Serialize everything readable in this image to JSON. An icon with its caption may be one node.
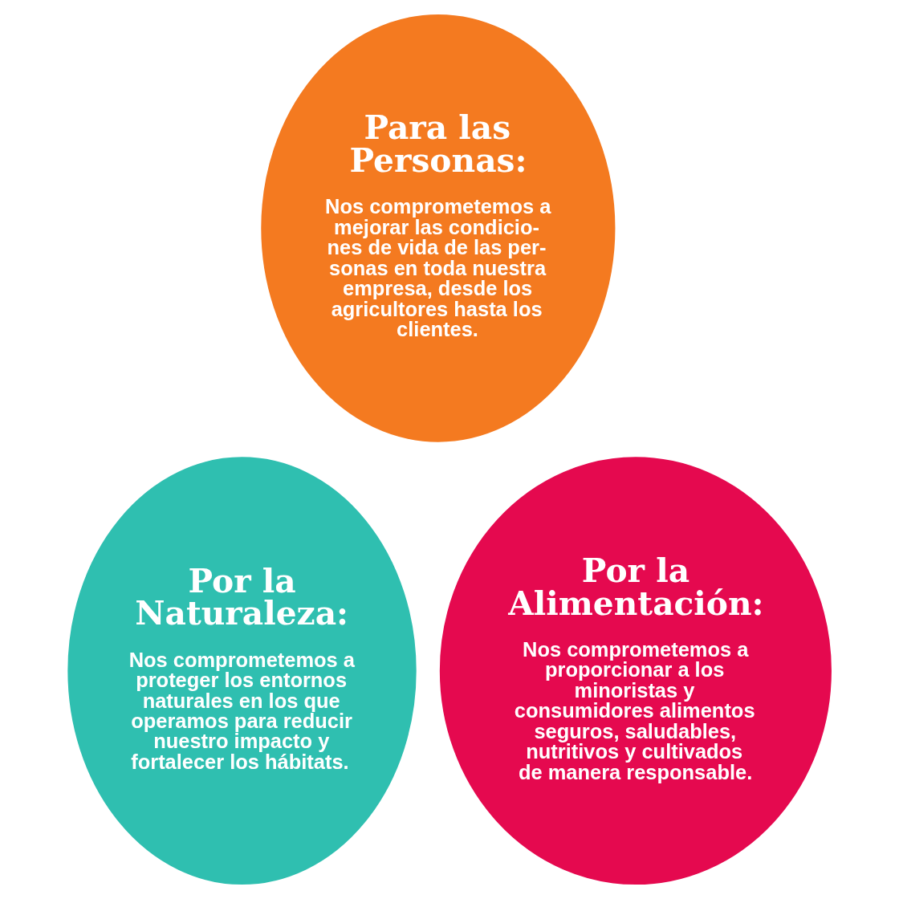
{
  "diagram": {
    "nodes": [
      {
        "text": [
          "Para las Personas:",
          "Nos comprometemos a mejorar las condicio- nes de vida de las per- sonas en toda nuestra empresa, desde los agricultores hasta los clientes."
        ]
      },
      {
        "text": [
          "Por la Naturaleza:",
          "Nos comprometemos a proteger los entornos naturales en los que operamos para reducir nuestro impacto y fortalecer los hábitats."
        ]
      },
      {
        "text": [
          "Por la Alimentación:",
          "Nos comprometemos a proporcionar a los minoristas y consumidores alimentos seguros, saludables, nutritivos y cultivados de manera responsable."
        ]
      }
    ],
    "edges": []
  }
}
